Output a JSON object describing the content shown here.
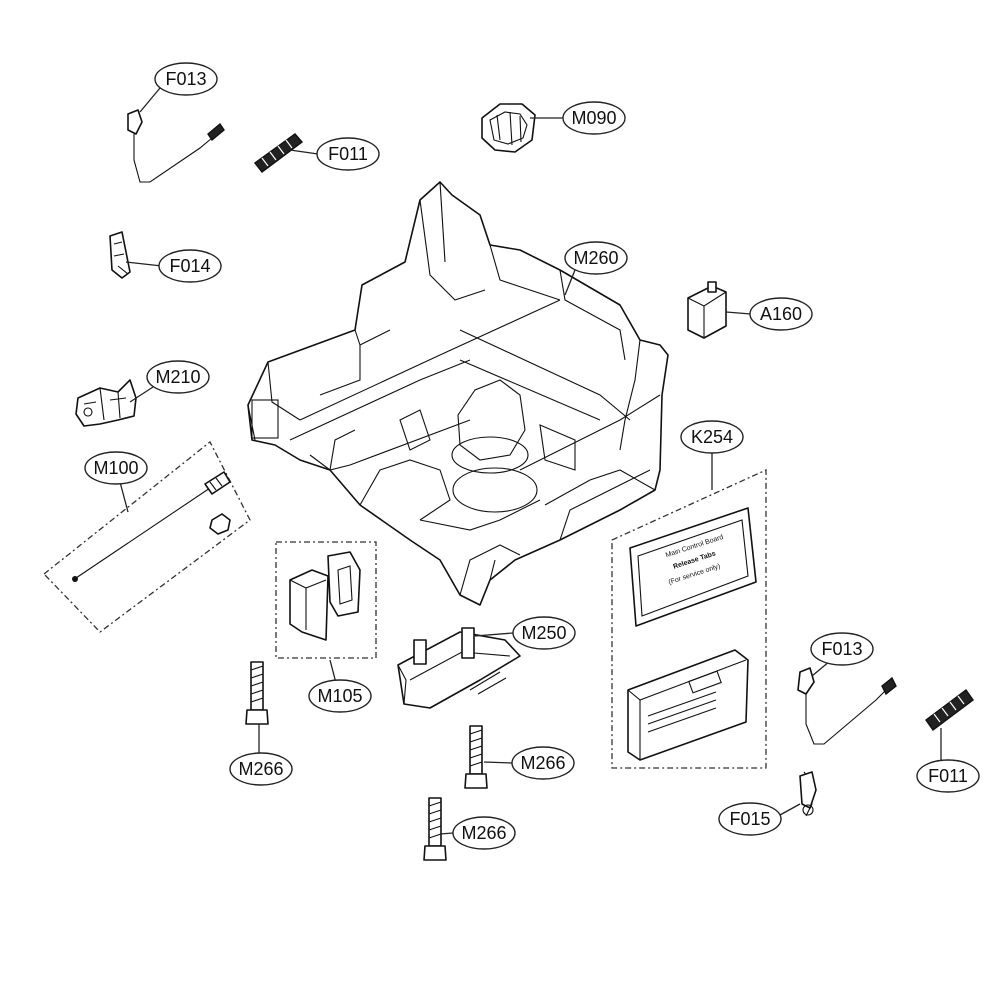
{
  "labels": {
    "F013_top": "F013",
    "F011_top": "F011",
    "M090": "M090",
    "F014": "F014",
    "M260": "M260",
    "A160": "A160",
    "M210": "M210",
    "K254": "K254",
    "M100": "M100",
    "M250": "M250",
    "M105": "M105",
    "M266_left": "M266",
    "M266_mid": "M266",
    "M266_low": "M266",
    "F013_right": "F013",
    "F011_right": "F011",
    "F015": "F015"
  },
  "board_text": {
    "line1": "Main Control Board",
    "line2": "Release Tabs",
    "line3": "(For service only)"
  }
}
